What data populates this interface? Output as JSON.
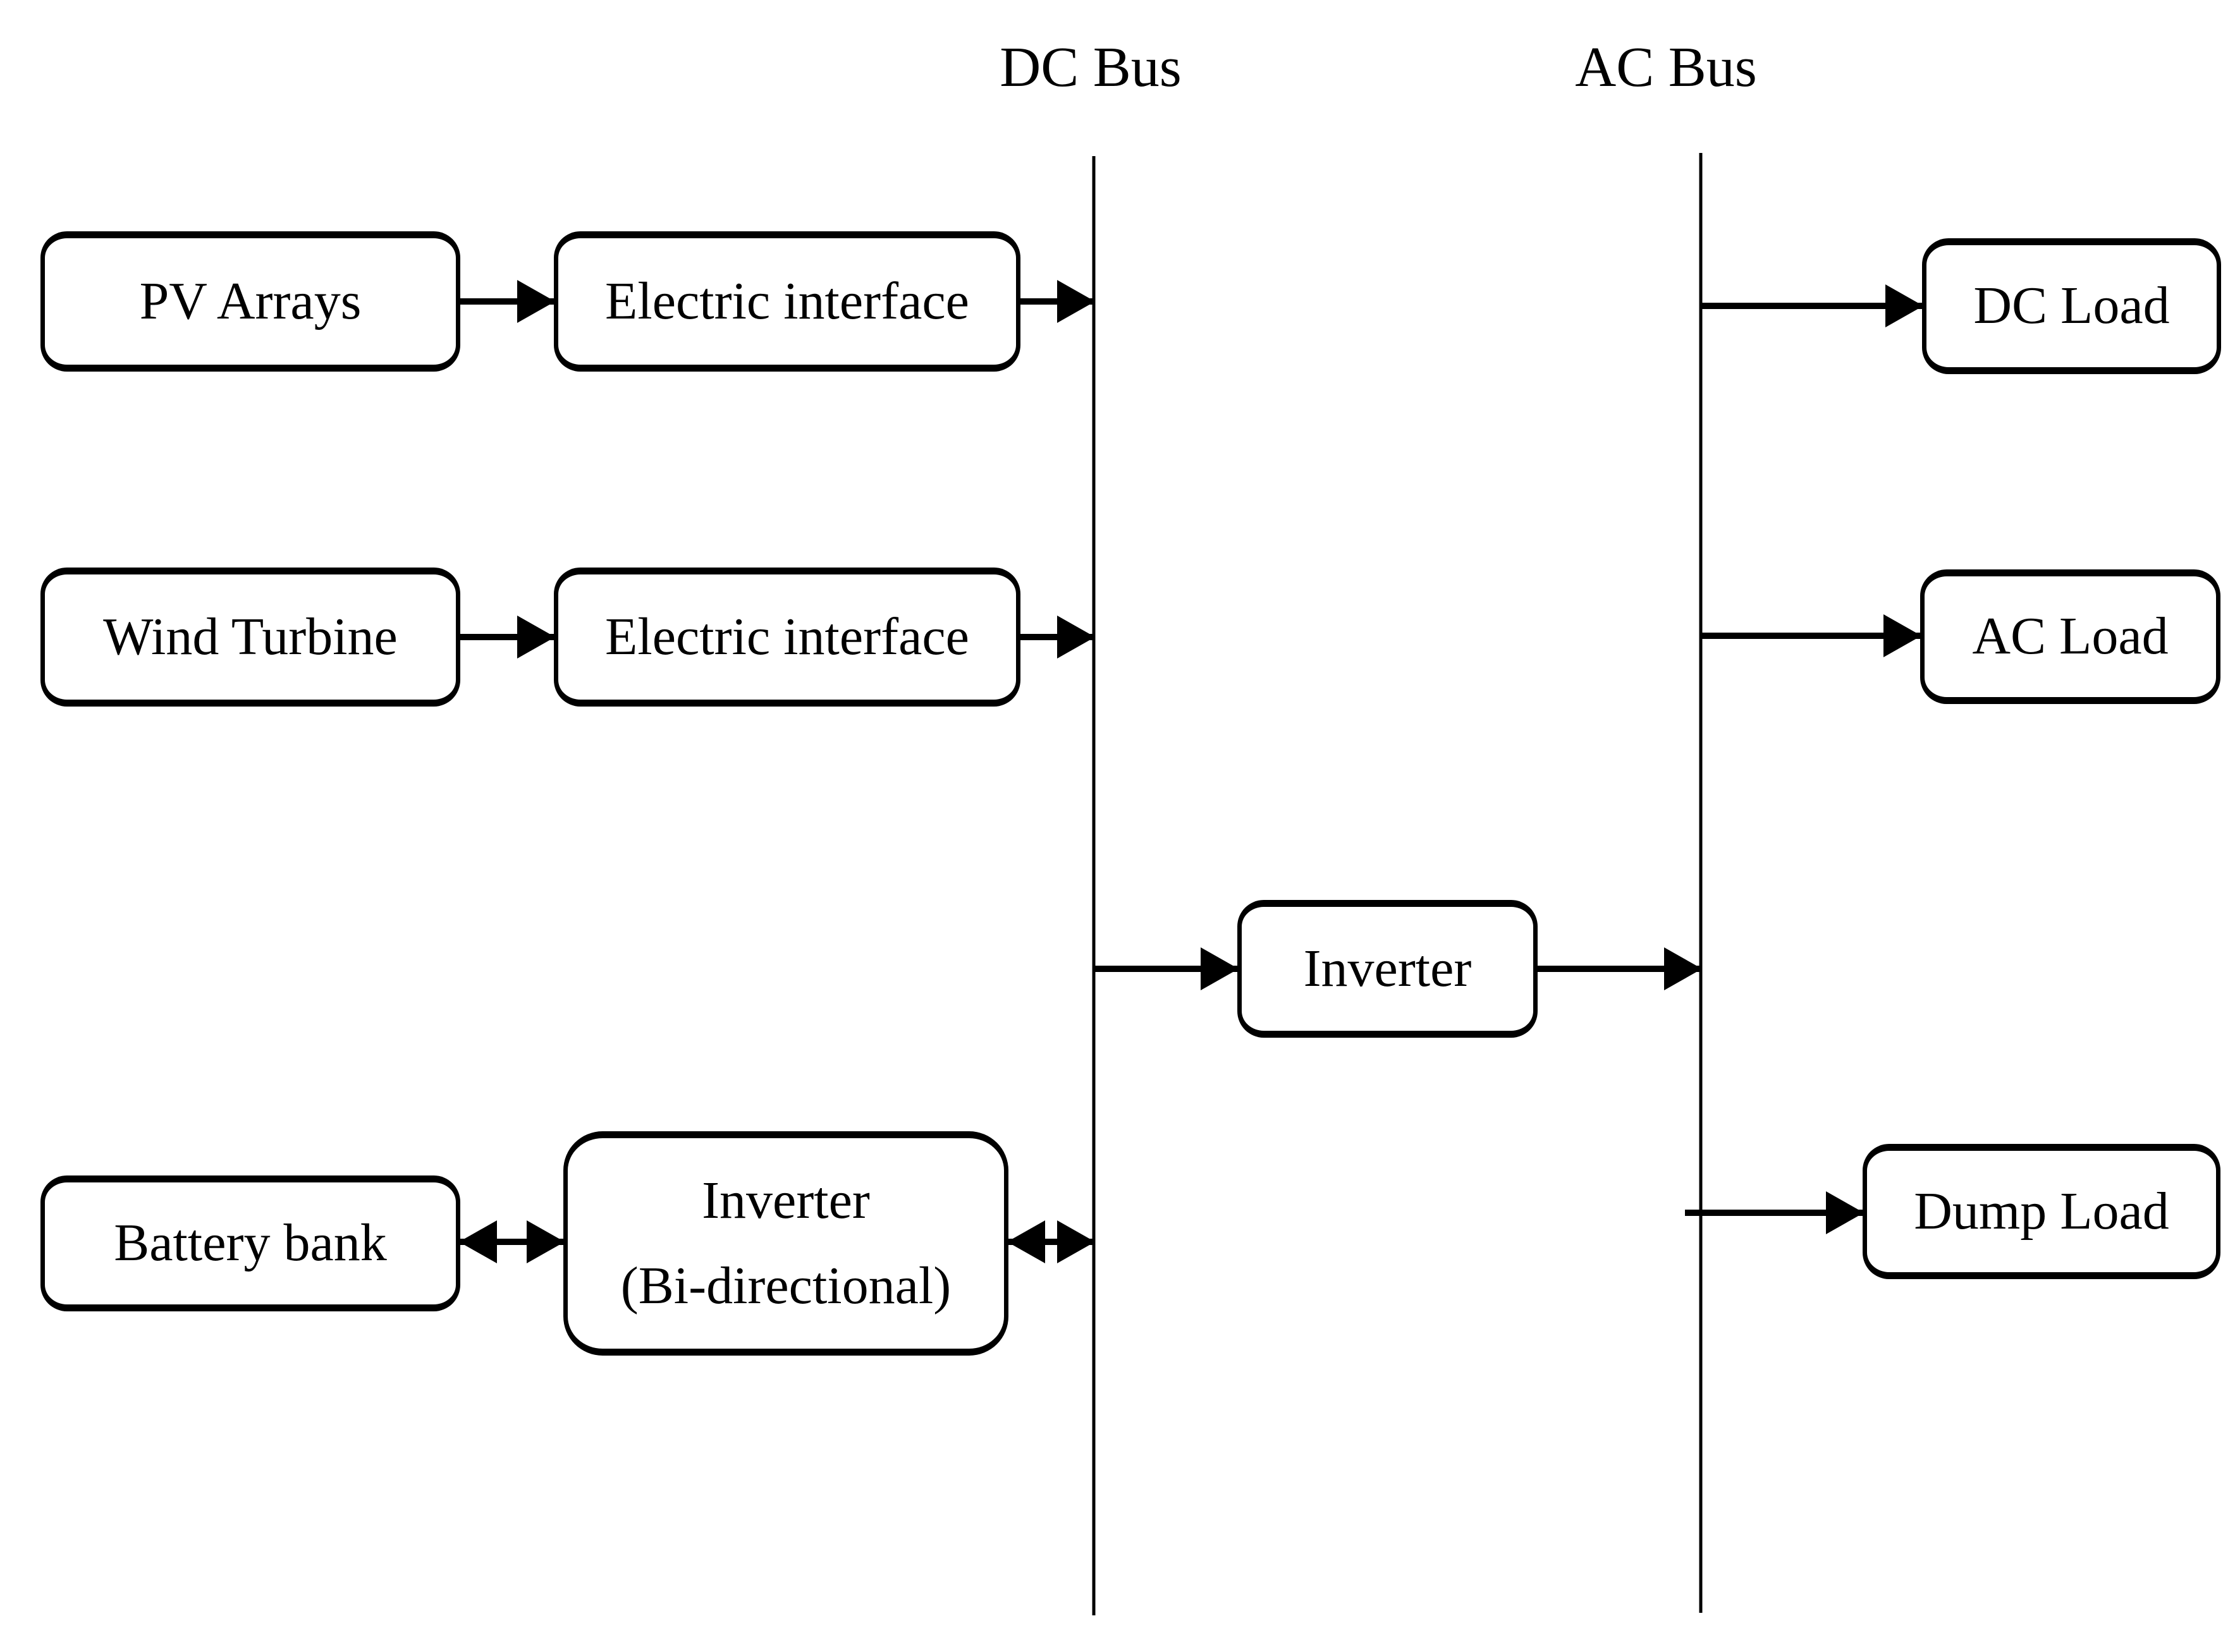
{
  "diagram": {
    "type": "block-diagram",
    "subject": "Hybrid renewable energy system with DC and AC buses",
    "buses": {
      "dc": {
        "label": "DC Bus"
      },
      "ac": {
        "label": "AC Bus"
      }
    },
    "nodes": {
      "pv": {
        "label": "PV Arrays"
      },
      "ei1": {
        "label": "Electric interface"
      },
      "wind": {
        "label": "Wind Turbine"
      },
      "ei2": {
        "label": "Electric interface"
      },
      "inverter": {
        "label": "Inverter"
      },
      "battery": {
        "label": "Battery bank"
      },
      "bidir_inverter": {
        "line1": "Inverter",
        "line2": "(Bi-directional)"
      },
      "dc_load": {
        "label": "DC Load"
      },
      "ac_load": {
        "label": "AC Load"
      },
      "dump_load": {
        "label": "Dump Load"
      }
    },
    "connections": [
      {
        "from": "PV Arrays",
        "to": "Electric interface",
        "type": "one-way"
      },
      {
        "from": "Electric interface (PV)",
        "to": "DC Bus",
        "type": "one-way"
      },
      {
        "from": "Wind Turbine",
        "to": "Electric interface",
        "type": "one-way"
      },
      {
        "from": "Electric interface (Wind)",
        "to": "DC Bus",
        "type": "one-way"
      },
      {
        "from": "DC Bus",
        "to": "Inverter",
        "type": "one-way"
      },
      {
        "from": "Inverter",
        "to": "AC Bus",
        "type": "one-way"
      },
      {
        "from": "Battery bank",
        "to": "Inverter (Bi-directional)",
        "type": "bi-directional"
      },
      {
        "from": "Inverter (Bi-directional)",
        "to": "DC Bus",
        "type": "bi-directional"
      },
      {
        "from": "AC Bus",
        "to": "DC Load",
        "type": "one-way"
      },
      {
        "from": "AC Bus",
        "to": "AC Load",
        "type": "one-way"
      },
      {
        "from": "AC Bus",
        "to": "Dump Load",
        "type": "one-way"
      }
    ],
    "colors": {
      "stroke": "#000000",
      "background": "#ffffff",
      "box_fill": "#ffffff"
    }
  }
}
